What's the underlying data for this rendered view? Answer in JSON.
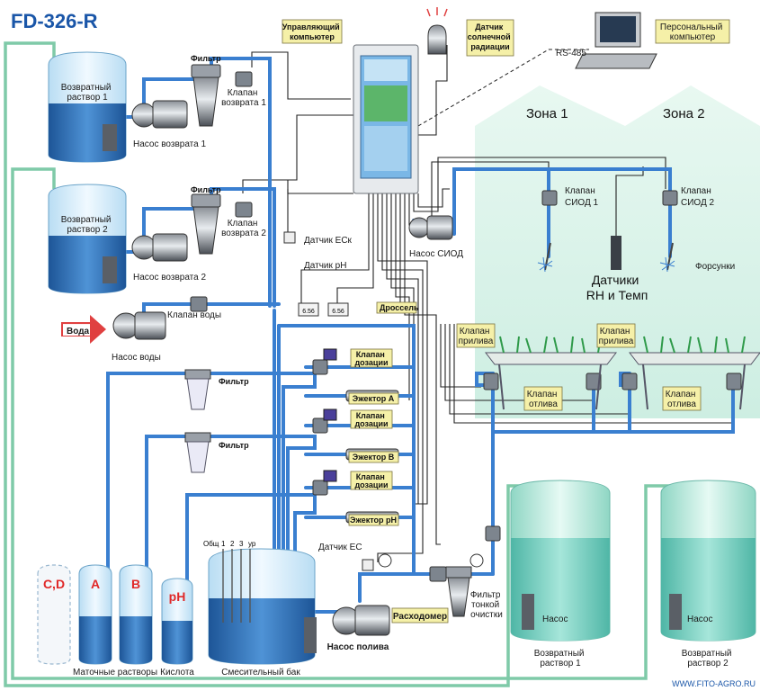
{
  "title": "FD-326-R",
  "labels": {
    "return1_tank": [
      "Возвратный",
      "раствор 1"
    ],
    "return2_tank": [
      "Возвратный",
      "раствор 2"
    ],
    "pump_return1": "Насос возврата 1",
    "pump_return2": "Насос возврата 2",
    "filter1": "Фильтр",
    "filter2": "Фильтр",
    "valve_return1": [
      "Клапан",
      "возврата 1"
    ],
    "valve_return2": [
      "Клапан",
      "возврата 2"
    ],
    "controller": [
      "Управляющий",
      "компьютер"
    ],
    "solar_sensor": [
      "Датчик",
      "солнечной",
      "радиации"
    ],
    "pc": [
      "Персональный",
      "компьютер"
    ],
    "rs485": "RS-485",
    "zone1": "Зона 1",
    "zone2": "Зона 2",
    "valve_siod1": [
      "Клапан",
      "СИОД 1"
    ],
    "valve_siod2": [
      "Клапан",
      "СИОД 2"
    ],
    "pump_siod": "Насос СИОД",
    "rh_sensors": [
      "Датчики",
      "RH и Темп"
    ],
    "nozzles": "Форсунки",
    "sensor_eck": "Датчик ECк",
    "sensor_ph": "Датчик pH",
    "water_in": "Вода",
    "valve_water": "Клапан воды",
    "pump_water": "Насос воды",
    "filter3": "Фильтр",
    "filter4": "Фильтр",
    "gauge_value": "6.56",
    "throttle": "Дроссель",
    "dose_valve": [
      "Клапан",
      "дозации"
    ],
    "ejector_a": "Эжектор A",
    "ejector_b": "Эжектор B",
    "ejector_ph": "Эжектор pH",
    "flood_valve1": [
      "Клапан",
      "прилива"
    ],
    "flood_valve2": [
      "Клапан",
      "прилива"
    ],
    "drain_valve1": [
      "Клапан",
      "отлива"
    ],
    "drain_valve2": [
      "Клапан",
      "отлива"
    ],
    "sensor_ec": "Датчик EC",
    "level_labels": [
      "Общ",
      "1",
      "2",
      "3",
      "ур"
    ],
    "flowmeter": "Расходомер",
    "fine_filter": [
      "Фильтр",
      "тонкой",
      "очистки"
    ],
    "pump_irrigation": "Насос полива",
    "tank_cd": "C,D",
    "tank_a": "A",
    "tank_b": "B",
    "tank_ph": "pH",
    "mother_solutions": "Маточные растворы",
    "acid": "Кислота",
    "mixing_tank": "Смесительный бак",
    "pump_label1": "Насос",
    "pump_label2": "Насос",
    "return_bottom1": [
      "Возвратный",
      "раствор 1"
    ],
    "return_bottom2": [
      "Возвратный",
      "раствор 2"
    ],
    "website": "WWW.FITO-AGRO.RU"
  },
  "colors": {
    "title": "#1a56a8",
    "pipe_blue": "#3a7fd0",
    "pipe_green": "#7fcaa8",
    "tank_liquid": "#2f6fb0",
    "tank_top": "#d8eefa",
    "callout": "#f5f0a8",
    "greenhouse": "#d9f3e8",
    "arrow_red": "#e04040"
  }
}
